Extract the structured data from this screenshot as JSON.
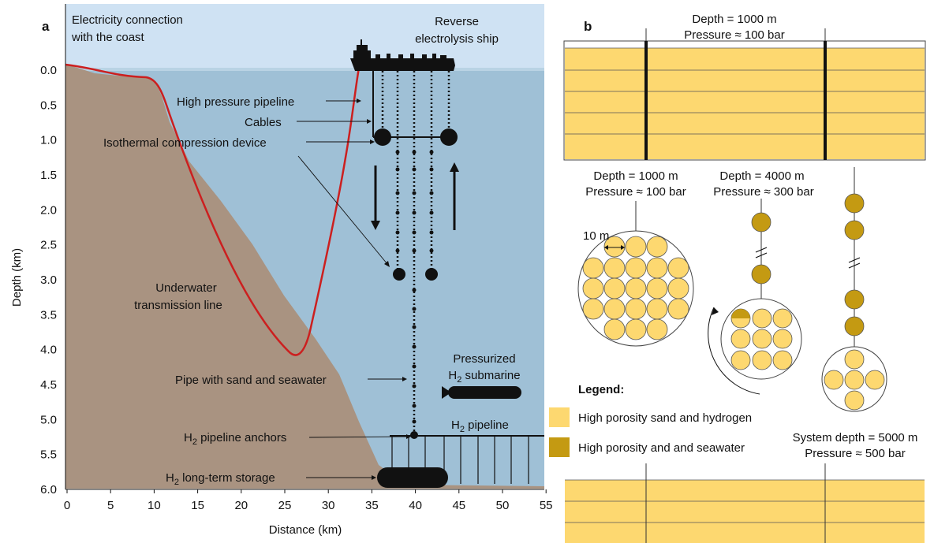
{
  "panel_a": {
    "letter": "a",
    "coast_label_1": "Electricity connection",
    "coast_label_2": "with the coast",
    "ship_label_1": "Reverse",
    "ship_label_2": "electrolysis ship",
    "high_pressure_pipeline": "High pressure pipeline",
    "cables": "Cables",
    "isothermal_device": "Isothermal compression device",
    "transmission_1": "Underwater",
    "transmission_2": "transmission line",
    "pipe_sand": "Pipe with sand and seawater",
    "submarine_1": "Pressurized",
    "submarine_2_prefix": "H",
    "submarine_2_sub": "2",
    "submarine_2_suffix": " submarine",
    "pipeline_prefix": "H",
    "pipeline_sub": "2",
    "pipeline_suffix": " pipeline",
    "anchors_prefix": "H",
    "anchors_sub": "2",
    "anchors_suffix": " pipeline anchors",
    "storage_prefix": "H",
    "storage_sub": "2",
    "storage_suffix": " long-term storage",
    "y_axis_title": "Depth (km)",
    "x_axis_title": "Distance (km)",
    "y_ticks": [
      "0.0",
      "0.5",
      "1.0",
      "1.5",
      "2.0",
      "2.5",
      "3.0",
      "3.5",
      "4.0",
      "4.5",
      "5.0",
      "5.5",
      "6.0"
    ],
    "x_ticks": [
      "0",
      "5",
      "10",
      "15",
      "20",
      "25",
      "30",
      "35",
      "40",
      "45",
      "50",
      "55"
    ]
  },
  "panel_b": {
    "letter": "b",
    "top_depth": "Depth = 1000 m",
    "top_pressure": "Pressure ≈ 100 bar",
    "c1_depth": "Depth = 1000 m",
    "c1_pressure": "Pressure ≈ 100 bar",
    "c2_depth": "Depth = 4000 m",
    "c2_pressure": "Pressure ≈ 300 bar",
    "scale": "10 m",
    "legend_title": "Legend:",
    "legend_1": "High porosity sand and hydrogen",
    "legend_2": "High porosity and and seawater",
    "sys_depth": "System depth = 5000 m",
    "sys_pressure": "Pressure ≈ 500 bar"
  },
  "colors": {
    "sky": "#cfe2f3",
    "sea": "#9fc0d6",
    "seabed": "#a99381",
    "cable_red": "#cc1f1f",
    "sand_hydrogen": "#fdd870",
    "sand_seawater": "#c49a12"
  }
}
